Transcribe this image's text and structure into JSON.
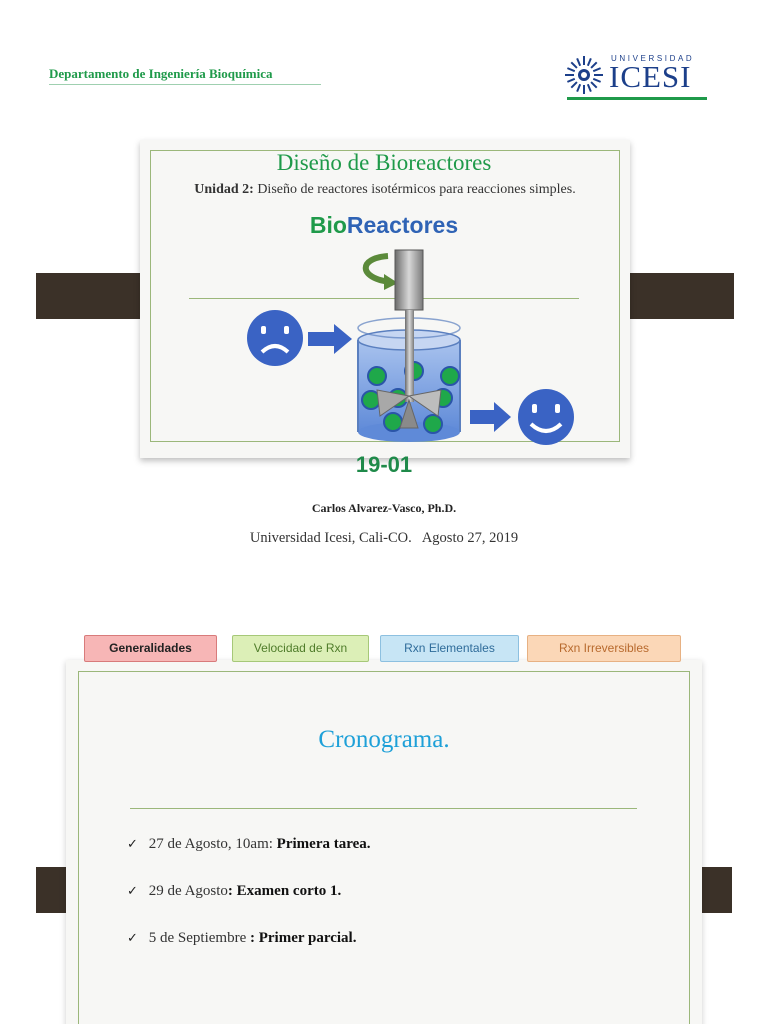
{
  "slide1": {
    "department": "Departamento de Ingeniería Bioquímica",
    "logo": {
      "top_text": "UNIVERSIDAD",
      "name": "ICESI",
      "icon": "university-seal-icon"
    },
    "title": "Diseño de Bioreactores",
    "subtitle_bold": "Unidad 2:",
    "subtitle_rest": " Diseño de reactores isotérmicos para reacciones simples.",
    "brand_part1": "Bio",
    "brand_part2": "Reactores",
    "code": "19-01",
    "author": "Carlos Alvarez-Vasco, Ph.D.",
    "affiliation": "Universidad Icesi, Cali-CO.   Agosto 27, 2019",
    "illustration_icons": [
      "sad-face-icon",
      "arrow-right-icon",
      "bioreactor-icon",
      "rotation-arrow-icon",
      "happy-face-icon"
    ]
  },
  "slide2": {
    "tabs": [
      {
        "label": "Generalidades"
      },
      {
        "label": "Velocidad de Rxn"
      },
      {
        "label": "Rxn Elementales"
      },
      {
        "label": "Rxn Irreversibles"
      }
    ],
    "title": "Cronograma.",
    "items": [
      {
        "date": "27 de Agosto, 10am: ",
        "event": "Primera tarea."
      },
      {
        "date": "29 de Agosto",
        "event": ": Examen corto 1."
      },
      {
        "date": "5 de Septiembre ",
        "event": ": Primer parcial."
      }
    ],
    "check_icon": "checkmark-icon"
  },
  "colors": {
    "green": "#1f9a4a",
    "blue": "#2f63b5",
    "cyan_title": "#1ea0d8",
    "frame": "#9bb77a",
    "dark_tab": "#3b3128"
  }
}
